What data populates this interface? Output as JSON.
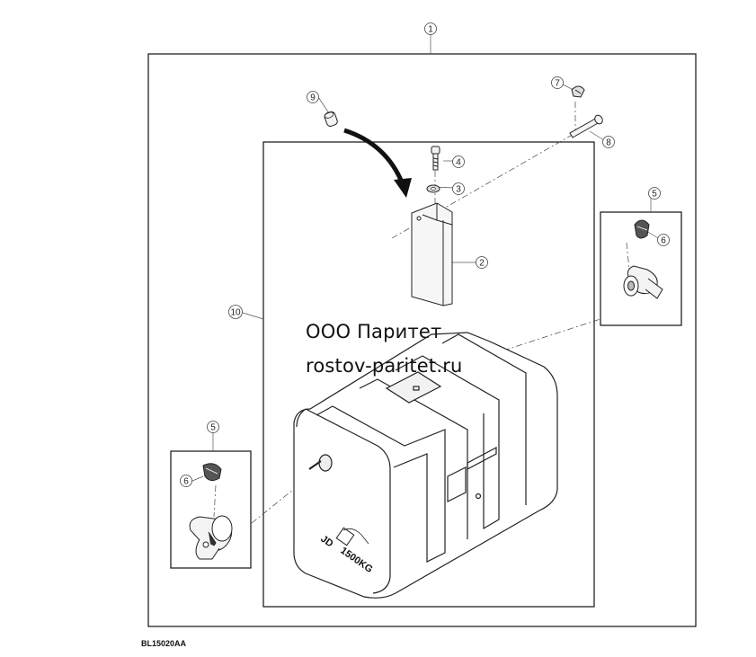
{
  "callouts": [
    "1",
    "2",
    "3",
    "4",
    "5",
    "5",
    "6",
    "6",
    "7",
    "8",
    "9",
    "10"
  ],
  "watermark": {
    "company": "ООО Паритет",
    "site": "rostov-paritet.ru"
  },
  "figure_code": "BL15020AA",
  "tank_marking": {
    "brand": "JD",
    "weight": "1500KG"
  }
}
